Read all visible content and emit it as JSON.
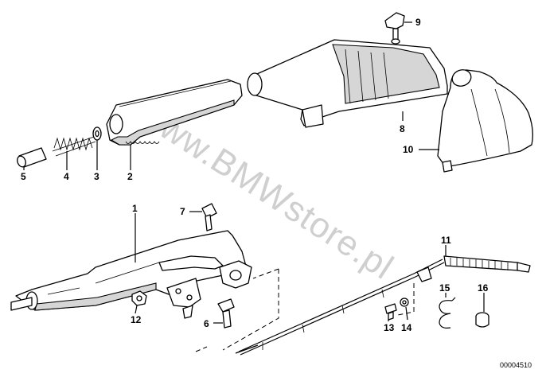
{
  "watermark": "www.BMWstore.pl",
  "reference_number": "00004510",
  "callouts": [
    {
      "id": "c1",
      "label": "1"
    },
    {
      "id": "c2",
      "label": "2"
    },
    {
      "id": "c3",
      "label": "3"
    },
    {
      "id": "c4",
      "label": "4"
    },
    {
      "id": "c5",
      "label": "5"
    },
    {
      "id": "c6",
      "label": "6"
    },
    {
      "id": "c7",
      "label": "7"
    },
    {
      "id": "c8",
      "label": "8"
    },
    {
      "id": "c9",
      "label": "9"
    },
    {
      "id": "c10",
      "label": "10"
    },
    {
      "id": "c11",
      "label": "11"
    },
    {
      "id": "c12",
      "label": "12"
    },
    {
      "id": "c13",
      "label": "13"
    },
    {
      "id": "c14",
      "label": "14"
    },
    {
      "id": "c15",
      "label": "15"
    },
    {
      "id": "c16",
      "label": "16"
    }
  ]
}
